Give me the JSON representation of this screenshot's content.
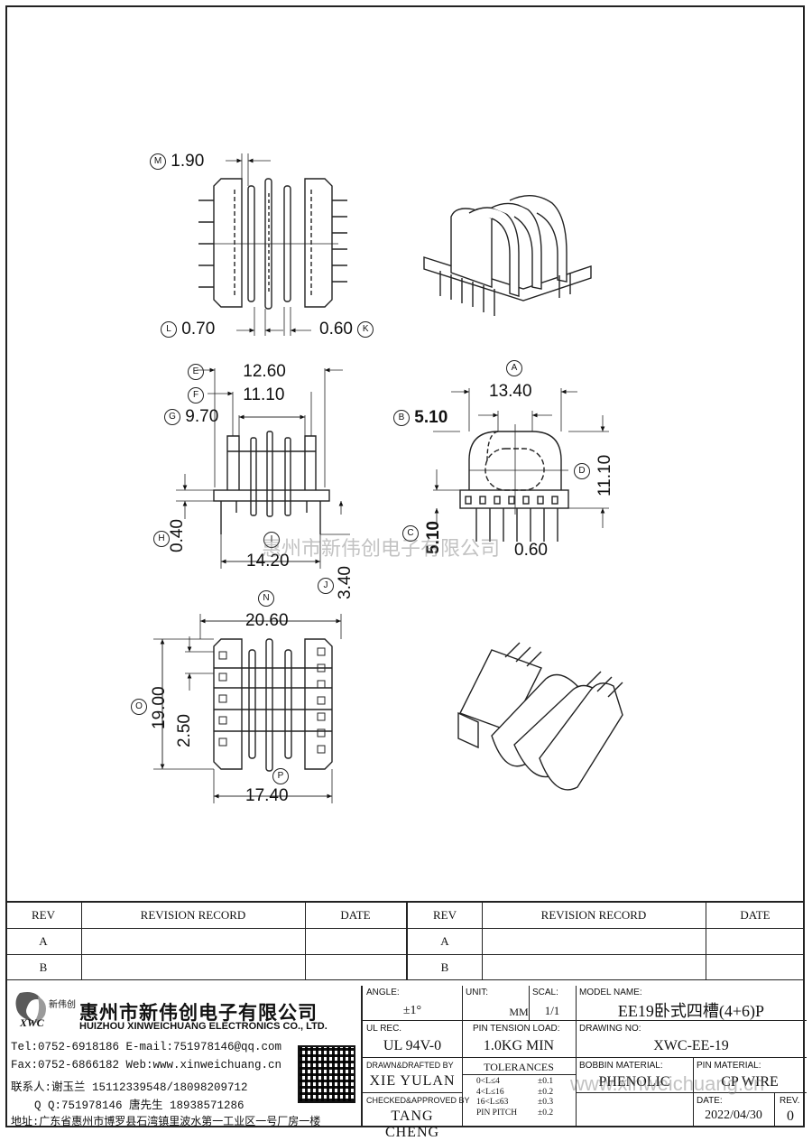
{
  "drawing": {
    "labels": {
      "M": "M",
      "L": "L",
      "K": "K",
      "E": "E",
      "F": "F",
      "G": "G",
      "H": "H",
      "I": "I",
      "J": "J",
      "A": "A",
      "B": "B",
      "C": "C",
      "D": "D",
      "N": "N",
      "O": "O",
      "P": "P"
    },
    "dims": {
      "M": "1.90",
      "L": "0.70",
      "K": "0.60",
      "E": "12.60",
      "F": "11.10",
      "G": "9.70",
      "H": "0.40",
      "I": "14.20",
      "J": "3.40",
      "A": "13.40",
      "B": "5.10",
      "C": "5.10",
      "D": "11.10",
      "pin": "0.60",
      "N": "20.60",
      "O": "19.00",
      "pitch": "2.50",
      "P": "17.40"
    },
    "watermark_center": "惠州市新伟创电子有限公司",
    "watermark_bottom": "www.xinweichuang.cn"
  },
  "revision_table": {
    "headers": [
      "REV",
      "REVISION RECORD",
      "DATE",
      "REV",
      "REVISION RECORD",
      "DATE"
    ],
    "rows": [
      [
        "A",
        "",
        "",
        "A",
        "",
        ""
      ],
      [
        "B",
        "",
        "",
        "B",
        "",
        ""
      ]
    ]
  },
  "company": {
    "logo_text": "新伟创",
    "logo_sub": "XWC",
    "name_cn": "惠州市新伟创电子有限公司",
    "name_en": "HUIZHOU XINWEICHUANG ELECTRONICS CO., LTD.",
    "tel": "Tel:0752-6918186 E-mail:751978146@qq.com",
    "fax": "Fax:0752-6866182 Web:www.xinweichuang.cn",
    "contact": "联系人:谢玉兰 15112339548/18098209712",
    "qq": "Q Q:751978146    唐先生 18938571286",
    "address": "地址:广东省惠州市博罗县石湾镇里波水第一工业区一号厂房一楼"
  },
  "title_block": {
    "angle_label": "ANGLE:",
    "angle_value": "±1°",
    "unit_label": "UNIT:",
    "unit_value": "MM",
    "scale_label": "SCAL:",
    "scale_value": "1/1",
    "model_label": "MODEL NAME:",
    "model_value": "EE19卧式四槽(4+6)P",
    "ul_label": "UL REC.",
    "ul_value": "UL 94V-0",
    "pin_tension_label": "PIN TENSION LOAD:",
    "pin_tension_value": "1.0KG MIN",
    "drawing_no_label": "DRAWING NO:",
    "drawing_no_value": "XWC-EE-19",
    "drawn_label": "DRAWN&DRAFTED BY",
    "drawn_value": "XIE YULAN",
    "tolerances_label": "TOLERANCES",
    "tol_rows": [
      [
        "0<L≤4",
        "±0.1"
      ],
      [
        "4<L≤16",
        "±0.2"
      ],
      [
        "16<L≤63",
        "±0.3"
      ],
      [
        "PIN PITCH",
        "±0.2"
      ]
    ],
    "bobbin_label": "BOBBIN MATERIAL:",
    "bobbin_value": "PHENOLIC",
    "pin_mat_label": "PIN MATERIAL:",
    "pin_mat_value": "CP WIRE",
    "checked_label": "CHECKED&APPROVED BY",
    "checked_value": "TANG CHENG",
    "date_label": "DATE:",
    "date_value": "2022/04/30",
    "rev_label": "REV.",
    "rev_value": "0"
  }
}
